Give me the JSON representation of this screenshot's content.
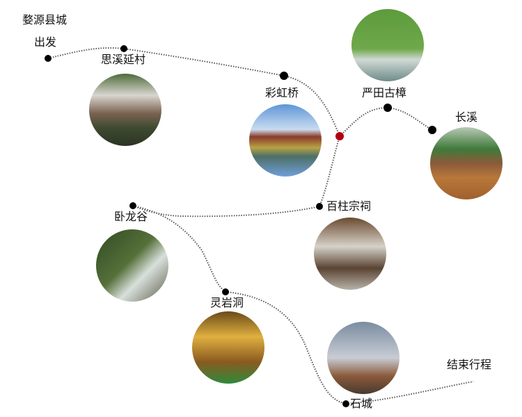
{
  "title": "婺源县城",
  "start_label": "出发",
  "end_label": "结束行程",
  "colors": {
    "route": "#555555",
    "stop": "#000000",
    "junction": "#b00010"
  },
  "stops": [
    {
      "id": "sixi",
      "name": "思溪延村",
      "photo": "village-icon"
    },
    {
      "id": "caihong",
      "name": "彩虹桥",
      "photo": "bridge-icon"
    },
    {
      "id": "yantian",
      "name": "严田古樟",
      "photo": "camphor-tree-icon"
    },
    {
      "id": "changxi",
      "name": "长溪",
      "photo": "valley-village-icon"
    },
    {
      "id": "baizhu",
      "name": "百柱宗祠",
      "photo": "ancestral-hall-icon"
    },
    {
      "id": "wolong",
      "name": "卧龙谷",
      "photo": "waterfall-icon"
    },
    {
      "id": "lingyan",
      "name": "灵岩洞",
      "photo": "cave-icon"
    },
    {
      "id": "shicheng",
      "name": "石城",
      "photo": "misty-village-icon"
    }
  ]
}
